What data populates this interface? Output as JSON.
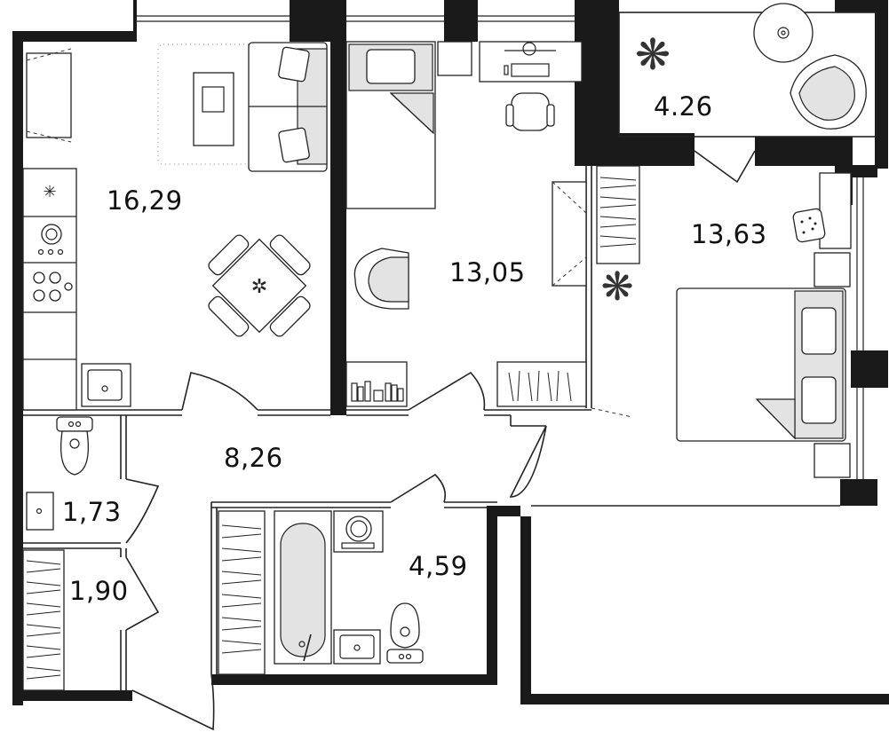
{
  "rooms": [
    {
      "id": "kitchen-living",
      "area": "16,29"
    },
    {
      "id": "bedroom-1",
      "area": "13,05"
    },
    {
      "id": "balcony",
      "area": "4.26"
    },
    {
      "id": "bedroom-2",
      "area": "13,63"
    },
    {
      "id": "hallway",
      "area": "8,26"
    },
    {
      "id": "toilet",
      "area": "1,73"
    },
    {
      "id": "closet",
      "area": "1,90"
    },
    {
      "id": "bathroom",
      "area": "4,59"
    }
  ],
  "colors": {
    "wall": "#1a1a1a",
    "furniture_fill": "#e3e3e3",
    "line": "#222222"
  }
}
